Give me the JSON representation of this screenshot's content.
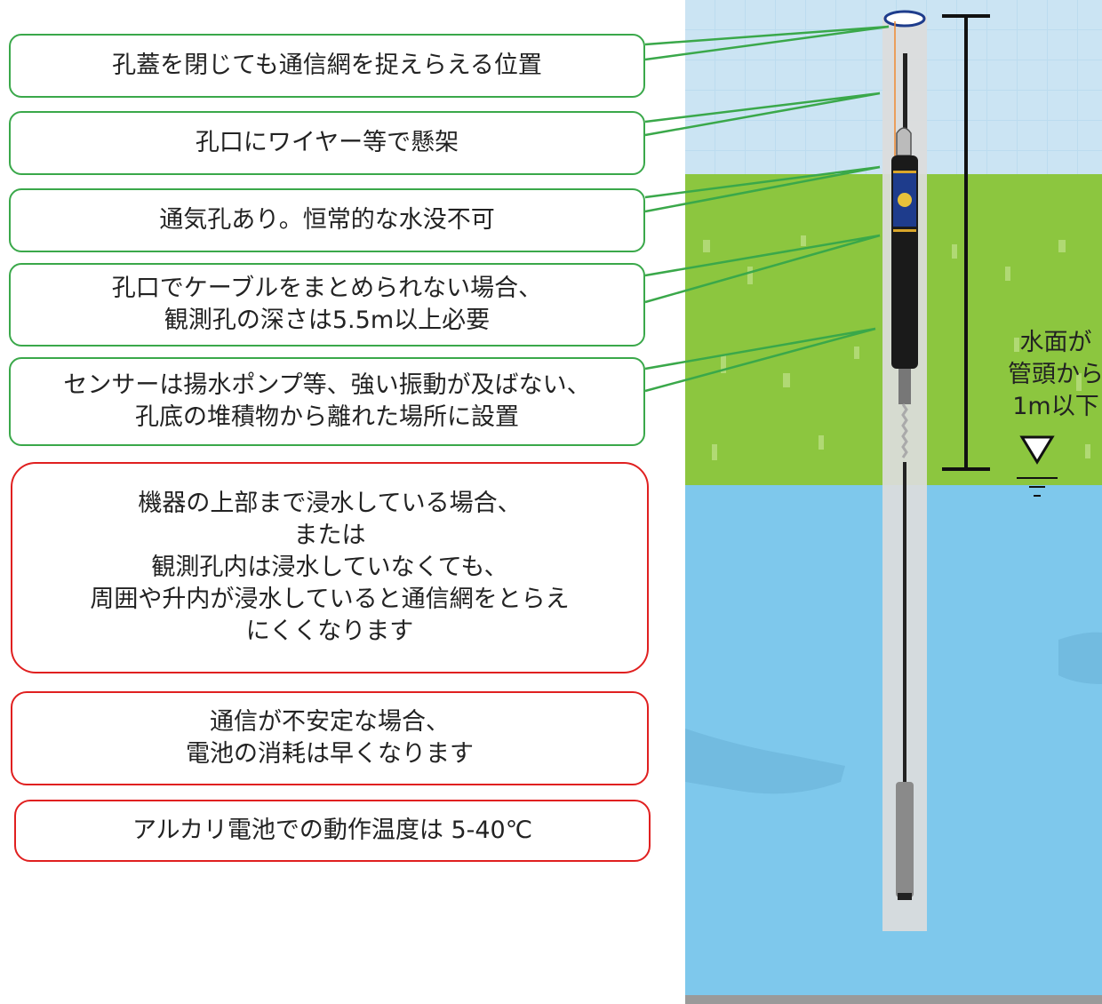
{
  "callouts_green": [
    {
      "lines": [
        "孔蓋を閉じても通信網を捉えらえる位置"
      ]
    },
    {
      "lines": [
        "孔口にワイヤー等で懸架"
      ]
    },
    {
      "lines": [
        "通気孔あり。恒常的な水没不可"
      ]
    },
    {
      "lines": [
        "孔口でケーブルをまとめられない場合、",
        "観測孔の深さは5.5m以上必要"
      ]
    },
    {
      "lines": [
        "センサーは揚水ポンプ等、強い振動が及ばない、",
        "孔底の堆積物から離れた場所に設置"
      ]
    }
  ],
  "callouts_red": [
    {
      "lines": [
        "機器の上部まで浸水している場合、",
        "または",
        "観測孔内は浸水していなくても、",
        "周囲や升内が浸水していると通信網をとらえ",
        "にくくなります"
      ]
    },
    {
      "lines": [
        "通信が不安定な場合、",
        "電池の消耗は早くなります"
      ]
    },
    {
      "lines": [
        "アルカリ電池での動作温度は 5-40℃"
      ]
    }
  ],
  "water_level_note": {
    "lines": [
      "水面が",
      "管頭から",
      "1m以下"
    ]
  },
  "colors": {
    "sky": "#cfe6f5",
    "grass": "#8cc63f",
    "water": "#7ec8ec",
    "green_border": "#3aa84a",
    "red_border": "#e02020",
    "pipe": "#d9d9d9",
    "device": "#1a1a1a",
    "device_accent": "#1e3c8c"
  }
}
